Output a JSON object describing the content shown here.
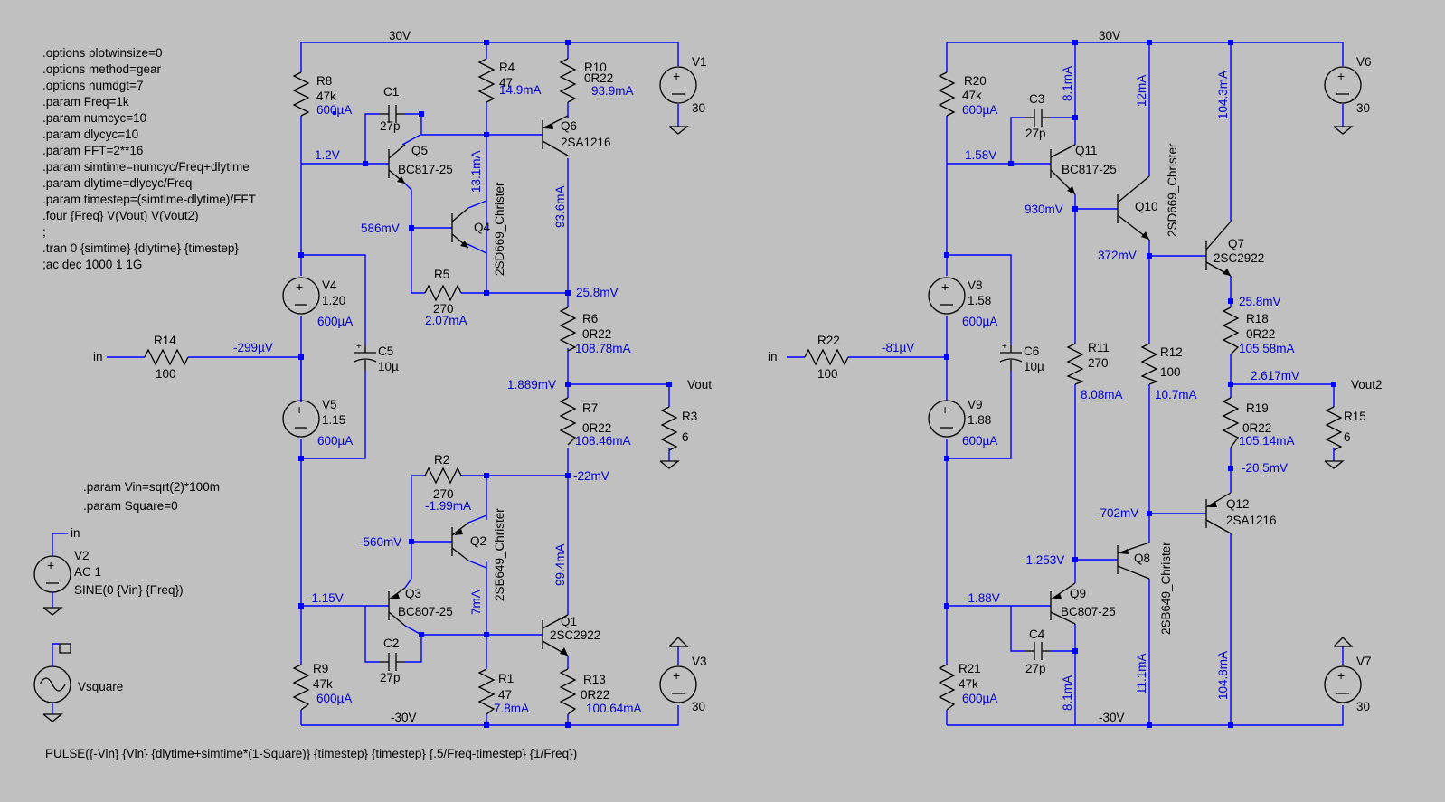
{
  "directives_left": [
    ".options plotwinsize=0",
    ".options method=gear",
    ".options numdgt=7",
    ".param Freq=1k",
    ".param numcyc=10",
    ".param dlycyc=10",
    ".param FFT=2**16",
    ".param simtime=numcyc/Freq+dlytime",
    ".param dlytime=dlycyc/Freq",
    ".param timestep=(simtime-dlytime)/FFT",
    ".four {Freq} V(Vout) V(Vout2)",
    ";",
    ".tran 0 {simtime} {dlytime} {timestep}",
    ";ac dec 1000 1 1G"
  ],
  "param_vin": ".param Vin=sqrt(2)*100m",
  "param_square": ".param Square=0",
  "pulse_text": "PULSE({-Vin} {Vin} {dlytime+simtime*(1-Square)} {timestep} {timestep} {.5/Freq-timestep} {1/Freq})",
  "left": {
    "v30": "30V",
    "vm30": "-30V",
    "R8": {
      "name": "R8",
      "value": "47k",
      "current": "600µA"
    },
    "C1": {
      "name": "C1",
      "value": "27p"
    },
    "R4": {
      "name": "R4",
      "value": "47",
      "current": "14.9mA"
    },
    "R10": {
      "name": "R10",
      "value": "0R22",
      "current": "93.9mA"
    },
    "V1": {
      "name": "V1",
      "value": "30"
    },
    "Q5": {
      "name": "Q5",
      "model": "BC817-25"
    },
    "Q6": {
      "name": "Q6",
      "model": "2SA1216"
    },
    "Q4": {
      "name": "Q4",
      "model": "2SD669_Christer"
    },
    "Q2": {
      "name": "Q2",
      "model": "2SB649_Christer"
    },
    "Q3": {
      "name": "Q3",
      "model": "BC807-25"
    },
    "Q1": {
      "name": "Q1",
      "model": "2SC2922"
    },
    "n_1v2": "1.2V",
    "i_q5c": "13.1mA",
    "i_q6c": "93.6mA",
    "n_586": "586mV",
    "R5": {
      "name": "R5",
      "value": "270",
      "current": "2.07mA"
    },
    "n_258": "25.8mV",
    "V4": {
      "name": "V4",
      "value": "1.20",
      "current": "600µA"
    },
    "R14": {
      "name": "R14",
      "value": "100"
    },
    "in": "in",
    "n_299": "-299µV",
    "C5": {
      "name": "C5",
      "value": "10µ"
    },
    "R6": {
      "name": "R6",
      "value": "0R22",
      "current": "108.78mA"
    },
    "n_out": "1.889mV",
    "vout": "Vout",
    "R7": {
      "name": "R7",
      "value": "0R22",
      "current": "108.46mA"
    },
    "R3": {
      "name": "R3",
      "value": "6"
    },
    "V5": {
      "name": "V5",
      "value": "1.15",
      "current": "600µA"
    },
    "R2": {
      "name": "R2",
      "value": "270",
      "current": "-1.99mA"
    },
    "n_22": "-22mV",
    "n_560": "-560mV",
    "i_q1c": "99.4mA",
    "n_115": "-1.15V",
    "i_7ma": "7mA",
    "C2": {
      "name": "C2",
      "value": "27p"
    },
    "R9": {
      "name": "R9",
      "value": "47k",
      "current": "600µA"
    },
    "R1": {
      "name": "R1",
      "value": "47",
      "current": "7.8mA"
    },
    "R13": {
      "name": "R13",
      "value": "0R22",
      "current": "100.64mA"
    },
    "V3": {
      "name": "V3",
      "value": "30"
    },
    "V2": {
      "name": "V2",
      "value": "AC 1",
      "func": "SINE(0 {Vin} {Freq})",
      "in": "in"
    },
    "Vsq": {
      "name": "Vsquare"
    }
  },
  "right": {
    "v30": "30V",
    "vm30": "-30V",
    "R20": {
      "name": "R20",
      "value": "47k",
      "current": "600µA"
    },
    "C3": {
      "name": "C3",
      "value": "27p"
    },
    "i_81a": "8.1mA",
    "i_12": "12mA",
    "i_1043": "104.3mA",
    "V6": {
      "name": "V6",
      "value": "30"
    },
    "Q11": {
      "name": "Q11",
      "model": "BC817-25"
    },
    "Q10": {
      "name": "Q10",
      "model": "2SD669_Christer"
    },
    "Q7": {
      "name": "Q7",
      "model": "2SC2922"
    },
    "Q12": {
      "name": "Q12",
      "model": "2SA1216"
    },
    "Q8": {
      "name": "Q8",
      "model": "2SB649_Christer"
    },
    "Q9": {
      "name": "Q9",
      "model": "BC807-25"
    },
    "n_158": "1.58V",
    "n_930": "930mV",
    "n_372": "372mV",
    "n_258": "25.8mV",
    "V8": {
      "name": "V8",
      "value": "1.58",
      "current": "600µA"
    },
    "R18": {
      "name": "R18",
      "value": "0R22",
      "current": "105.58mA"
    },
    "R22": {
      "name": "R22",
      "value": "100"
    },
    "in": "in",
    "n_81": "-81µV",
    "C6": {
      "name": "C6",
      "value": "10µ"
    },
    "R11": {
      "name": "R11",
      "value": "270",
      "current": "8.08mA"
    },
    "R12": {
      "name": "R12",
      "value": "100",
      "current": "10.7mA"
    },
    "n_out": "2.617mV",
    "vout": "Vout2",
    "R19": {
      "name": "R19",
      "value": "0R22",
      "current": "105.14mA"
    },
    "R15": {
      "name": "R15",
      "value": "6"
    },
    "V9": {
      "name": "V9",
      "value": "1.88",
      "current": "600µA"
    },
    "n_205": "-20.5mV",
    "n_702": "-702mV",
    "n_1253": "-1.253V",
    "n_188": "-1.88V",
    "C4": {
      "name": "C4",
      "value": "27p"
    },
    "R21": {
      "name": "R21",
      "value": "47k",
      "current": "600µA"
    },
    "i_81b": "8.1mA",
    "i_111": "11.1mA",
    "i_1048": "104.8mA",
    "V7": {
      "name": "V7",
      "value": "30"
    }
  }
}
